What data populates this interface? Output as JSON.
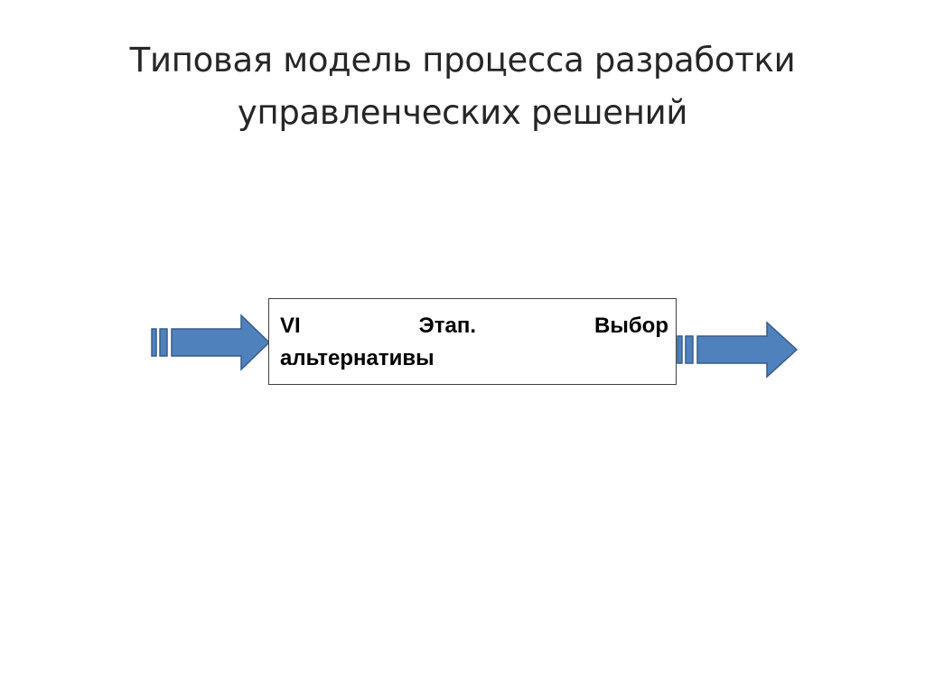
{
  "slide": {
    "title_line_1": "Типовая модель процесса разработки",
    "title_line_2": "управленческих решений"
  },
  "stage": {
    "number": "VI",
    "word": "Этап.",
    "action": "Выбор",
    "object": "альтернативы"
  },
  "colors": {
    "arrow_fill": "#4f81bd",
    "arrow_stroke": "#385d8a",
    "box_border": "#404040",
    "title_text": "#262626"
  },
  "icons": {
    "incoming": "right-arrow-icon",
    "outgoing": "right-arrow-icon"
  }
}
